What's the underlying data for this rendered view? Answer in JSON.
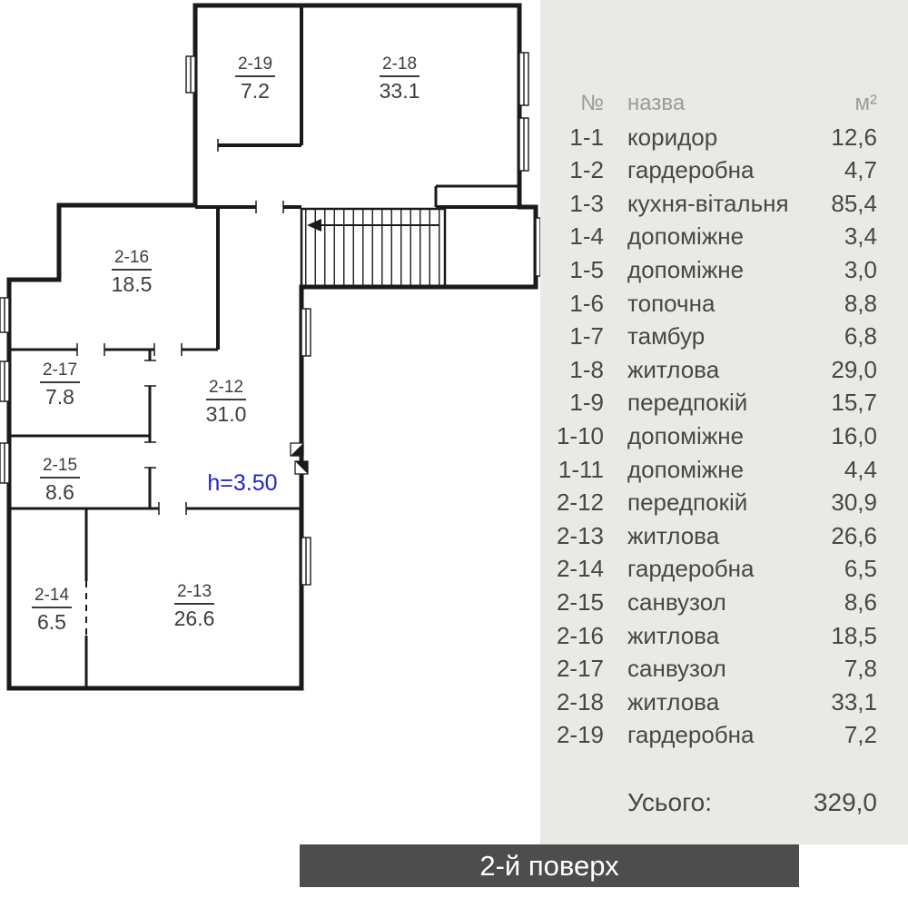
{
  "plan": {
    "height_label": "h=3.50",
    "height_color": "#2424c8",
    "line_color": "#1a1a1a",
    "rooms": [
      {
        "id": "2-19",
        "area": "7.2"
      },
      {
        "id": "2-18",
        "area": "33.1"
      },
      {
        "id": "2-16",
        "area": "18.5"
      },
      {
        "id": "2-17",
        "area": "7.8"
      },
      {
        "id": "2-12",
        "area": "31.0"
      },
      {
        "id": "2-15",
        "area": "8.6"
      },
      {
        "id": "2-14",
        "area": "6.5"
      },
      {
        "id": "2-13",
        "area": "26.6"
      }
    ]
  },
  "table": {
    "headers": {
      "num": "№",
      "name": "назва",
      "area": "м²"
    },
    "rows": [
      {
        "num": "1-1",
        "name": "коридор",
        "area": "12,6"
      },
      {
        "num": "1-2",
        "name": "гардеробна",
        "area": "4,7"
      },
      {
        "num": "1-3",
        "name": "кухня-вітальня",
        "area": "85,4"
      },
      {
        "num": "1-4",
        "name": "допоміжне",
        "area": "3,4"
      },
      {
        "num": "1-5",
        "name": "допоміжне",
        "area": "3,0"
      },
      {
        "num": "1-6",
        "name": "топочна",
        "area": "8,8"
      },
      {
        "num": "1-7",
        "name": "тамбур",
        "area": "6,8"
      },
      {
        "num": "1-8",
        "name": "житлова",
        "area": "29,0"
      },
      {
        "num": "1-9",
        "name": "передпокій",
        "area": "15,7"
      },
      {
        "num": "1-10",
        "name": "допоміжне",
        "area": "16,0"
      },
      {
        "num": "1-11",
        "name": "допоміжне",
        "area": "4,4"
      },
      {
        "num": "2-12",
        "name": "передпокій",
        "area": "30,9"
      },
      {
        "num": "2-13",
        "name": "житлова",
        "area": "26,6"
      },
      {
        "num": "2-14",
        "name": "гардеробна",
        "area": "6,5"
      },
      {
        "num": "2-15",
        "name": "санвузол",
        "area": "8,6"
      },
      {
        "num": "2-16",
        "name": "житлова",
        "area": "18,5"
      },
      {
        "num": "2-17",
        "name": "санвузол",
        "area": "7,8"
      },
      {
        "num": "2-18",
        "name": "житлова",
        "area": "33,1"
      },
      {
        "num": "2-19",
        "name": "гардеробна",
        "area": "7,2"
      }
    ],
    "total_label": "Усього:",
    "total_value": "329,0"
  },
  "footer": {
    "title": "2-й поверх"
  },
  "colors": {
    "panel_bg": "#e9e9e6",
    "footer_bg": "#4d4d4d",
    "plan_line": "#1a1a1a",
    "table_text": "#474747",
    "height_blue": "#2424c8"
  }
}
